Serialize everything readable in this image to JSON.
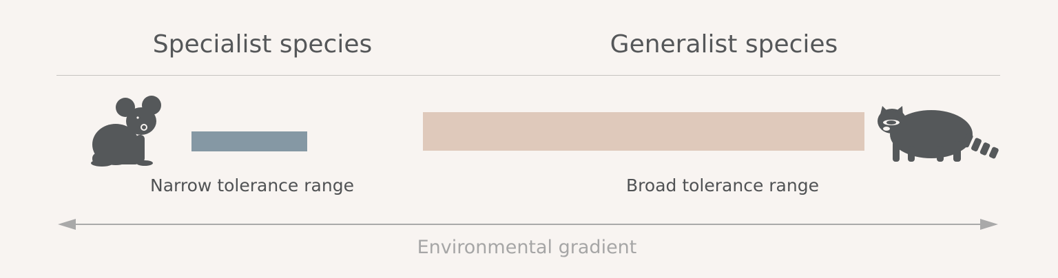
{
  "headings": {
    "specialist": "Specialist species",
    "generalist": "Generalist species"
  },
  "bars": {
    "narrow": {
      "label": "Narrow tolerance range",
      "color": "#8598a4"
    },
    "broad": {
      "label": "Broad tolerance range",
      "color": "#dfc9bb"
    }
  },
  "axis": {
    "label": "Environmental gradient",
    "direction": "bidirectional"
  },
  "icons": {
    "specialist_animal": "koala-icon",
    "generalist_animal": "raccoon-icon",
    "silhouette_color": "#55585a"
  }
}
